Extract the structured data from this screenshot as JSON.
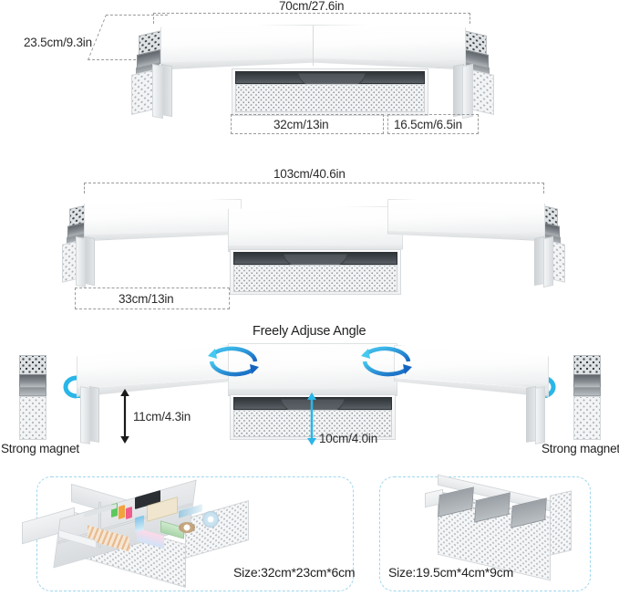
{
  "product": {
    "type": "dual-monitor-stand-riser-infographic"
  },
  "sections": {
    "compact": {
      "name": "compact-configuration",
      "dimensions": {
        "width": "70cm/27.6in",
        "depth": "23.5cm/9.3in",
        "drawer_width": "32cm/13in",
        "side_width": "16.5cm/6.5in"
      }
    },
    "extended": {
      "name": "extended-configuration",
      "dimensions": {
        "width": "103cm/40.6in",
        "wing_width": "33cm/13in"
      }
    },
    "angle": {
      "name": "adjustable-angle",
      "title": "Freely Adjuse Angle",
      "deck_height": "11cm/4.3in",
      "drawer_height": "10cm/4.0in",
      "magnet_left_label": "Strong magnet",
      "magnet_right_label": "Strong magnet"
    },
    "accessories": {
      "name": "included-accessories",
      "items": [
        {
          "label": "Size:32cm*23cm*6cm",
          "kind": "drawer-organizer-tray"
        },
        {
          "label": "Size:19.5cm*4cm*9cm",
          "kind": "pen-holder-caddy"
        }
      ]
    }
  },
  "colors": {
    "accent_cyan": "#29b6e8",
    "accent_blue": "#1565c0",
    "dash_border": "#9fd6ee",
    "dim_line": "#9a9a9a",
    "text": "#2b2b2b"
  }
}
